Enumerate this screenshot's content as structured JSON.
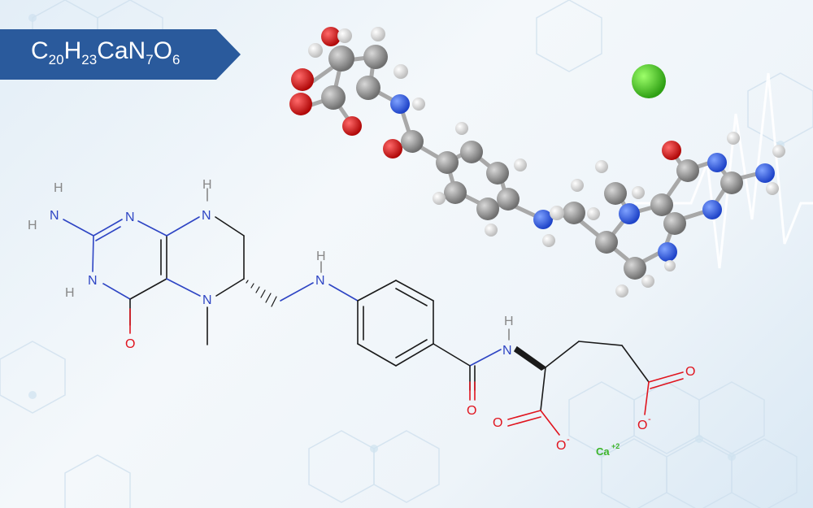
{
  "banner": {
    "formula_parts": [
      "C",
      "20",
      "H",
      "23",
      "CaN",
      "7",
      "O",
      "6"
    ],
    "formula_full": "C20H23CaN7O6",
    "color": "#2a5a9c"
  },
  "structure_2d": {
    "atoms": {
      "nh2_h_top": "H",
      "nh2_n": "N",
      "nh2_h_left": "H",
      "n_ring1": "N",
      "nh_ring_n": "N",
      "nh_ring_h": "H",
      "o_carbonyl": "O",
      "n8": "N",
      "n8_h": "H",
      "n5": "N",
      "nh_linker_n": "N",
      "nh_linker_h": "H",
      "amide_o": "O",
      "amide_n": "N",
      "amide_h": "H",
      "carboxyl1_o": "O",
      "carboxyl1_o_minus": "O",
      "carboxyl1_charge": "-",
      "carboxyl2_o": "O",
      "carboxyl2_o_minus": "O",
      "carboxyl2_charge": "-",
      "calcium": "Ca",
      "calcium_charge": "+2"
    },
    "colors": {
      "nitrogen": "#2e45c4",
      "oxygen": "#e0141e",
      "hydrogen": "#888888",
      "calcium": "#3cb428",
      "bond": "#1a1a1a"
    }
  },
  "structure_3d": {
    "atom_colors": {
      "carbon": "#8f8f8f",
      "oxygen": "#e01818",
      "nitrogen": "#2f5de8",
      "hydrogen": "#f2f2f2",
      "calcium": "#4fd62a"
    }
  }
}
